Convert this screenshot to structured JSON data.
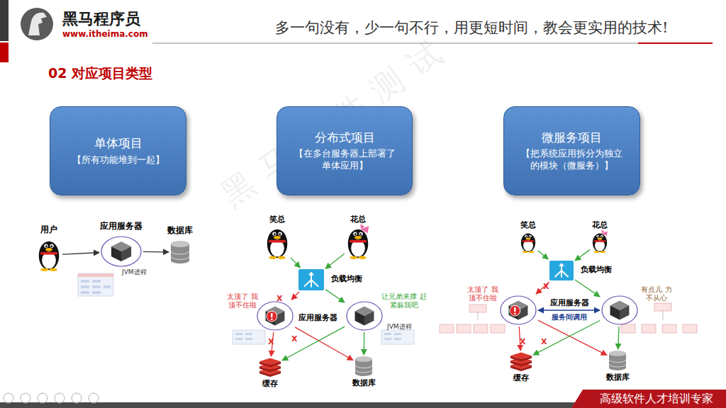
{
  "diagram": {
    "title": "02 对应项目类型",
    "nodes": [
      {
        "text": [
          "单体项目",
          "【所有功能堆到一起】"
        ]
      },
      {
        "text": [
          "分布式项目",
          "【在多台服务器上部署了单体应用】"
        ]
      },
      {
        "text": [
          "微服务项目",
          "【把系统应用拆分为独立的模块（微服务）】"
        ]
      },
      {
        "text": [
          "用户"
        ]
      },
      {
        "text": [
          "应用服务器"
        ]
      },
      {
        "text": [
          "数据库"
        ]
      },
      {
        "text": [
          "笑总"
        ]
      },
      {
        "text": [
          "花总"
        ]
      },
      {
        "text": [
          "负载均衡"
        ]
      },
      {
        "text": [
          "太顶了 我顶不住啦"
        ]
      },
      {
        "text": [
          "让兄弟来撑 赶紧躲我吧"
        ]
      },
      {
        "text": [
          "缓存"
        ]
      },
      {
        "text": [
          "数据库"
        ]
      },
      {
        "text": [
          "笑总"
        ]
      },
      {
        "text": [
          "花总"
        ]
      },
      {
        "text": [
          "负载均衡"
        ]
      },
      {
        "text": [
          "太顶了 我顶不住啦"
        ]
      },
      {
        "text": [
          "有点儿 力不从心"
        ]
      },
      {
        "text": [
          "缓存"
        ]
      },
      {
        "text": [
          "数据库"
        ]
      }
    ],
    "edges": [
      {
        "from": 3,
        "to": 4,
        "arrow": "to"
      },
      {
        "from": 4,
        "to": 5,
        "arrow": "to"
      },
      {
        "from": 6,
        "to": 8,
        "arrow": "to"
      },
      {
        "from": 7,
        "to": 8,
        "arrow": "to"
      },
      {
        "from": 8,
        "to": 9,
        "arrow": "to"
      },
      {
        "from": 8,
        "to": 10,
        "arrow": "to"
      },
      {
        "from": 9,
        "to": 11,
        "arrow": "to"
      },
      {
        "from": 9,
        "to": 12,
        "arrow": "to"
      },
      {
        "from": 10,
        "to": 11,
        "arrow": "to"
      },
      {
        "from": 10,
        "to": 12,
        "arrow": "to"
      },
      {
        "from": 13,
        "to": 15,
        "arrow": "to"
      },
      {
        "from": 14,
        "to": 15,
        "arrow": "to"
      },
      {
        "from": 15,
        "to": 16,
        "arrow": "to"
      },
      {
        "from": 15,
        "to": 17,
        "arrow": "to"
      },
      {
        "from": 16,
        "to": 18,
        "arrow": "to"
      },
      {
        "from": 16,
        "to": 19,
        "arrow": "to"
      },
      {
        "from": 17,
        "to": 18,
        "arrow": "to"
      },
      {
        "from": 17,
        "to": 19,
        "arrow": "to"
      },
      {
        "from": 16,
        "to": 17,
        "label": "服务间调用",
        "arrow": "both"
      }
    ],
    "labels": [
      "黑马程序员",
      "www.itheima.com",
      "多一句没有，少一句不行，用更短时间，教会更实用的技术!",
      "JVM进程",
      "应用服务器",
      "JVM进程",
      "应用服务器",
      "X",
      "X",
      "X",
      "X",
      "X",
      "X",
      "黑马软件测试",
      "高级软件人才培训专家"
    ]
  }
}
